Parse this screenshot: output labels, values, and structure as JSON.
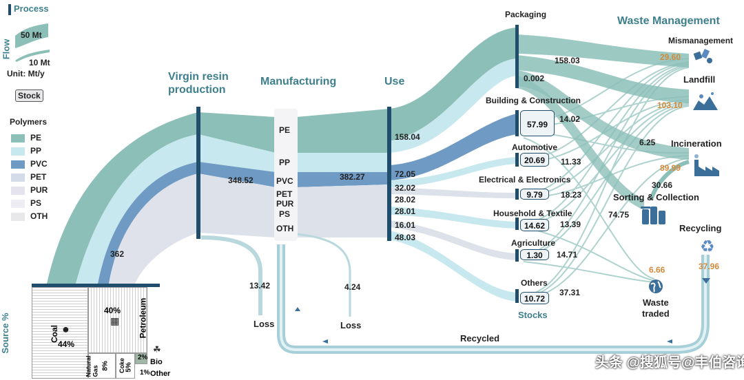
{
  "legend": {
    "process": "Process",
    "flow_axis": "Flow",
    "big_flow": "50 Mt",
    "small_flow": "10 Mt",
    "unit": "Unit: Mt/y",
    "stock": "Stock",
    "polymers_title": "Polymers",
    "polymers": [
      {
        "name": "PE",
        "color": "#8cbfb8"
      },
      {
        "name": "PP",
        "color": "#c6e8ee"
      },
      {
        "name": "PVC",
        "color": "#6f9ac4"
      },
      {
        "name": "PET",
        "color": "#d3dce8"
      },
      {
        "name": "PUR",
        "color": "#e5e4ee"
      },
      {
        "name": "PS",
        "color": "#eeedf3"
      },
      {
        "name": "OTH",
        "color": "#e8e8ea"
      }
    ]
  },
  "stages": {
    "virgin": "Virgin resin\nproduction",
    "manufacturing": "Manufacturing",
    "use": "Use",
    "waste": "Waste Management"
  },
  "flow_values": {
    "feedstock_in": "362",
    "virgin_out": "348.52",
    "manufacturing_out": "382.27",
    "loss_virgin": "13.42",
    "loss_manufacturing": "4.24",
    "loss_label": "Loss",
    "recycled_label": "Recycled"
  },
  "manufacturing_polymers": [
    "PE",
    "PP",
    "PVC",
    "PET",
    "PUR",
    "PS",
    "OTH"
  ],
  "use_values": [
    "158.04",
    "72.05",
    "32.02",
    "28.02",
    "28.01",
    "16.01",
    "48.03"
  ],
  "sectors": [
    {
      "name": "Packaging",
      "stock": "0.002",
      "out": "158.03"
    },
    {
      "name": "Building & Construction",
      "stock": "57.99",
      "out": "14.02"
    },
    {
      "name": "Automotive",
      "stock": "20.69",
      "out": "11.33"
    },
    {
      "name": "Electrical & Electronics",
      "stock": "9.79",
      "out": "18.23"
    },
    {
      "name": "Household & Textile",
      "stock": "14.62",
      "out": "13.39"
    },
    {
      "name": "Agriculture",
      "stock": "1.30",
      "out": "14.71"
    },
    {
      "name": "Others",
      "stock": "10.72",
      "out": "37.31"
    }
  ],
  "stocks_label": "Stocks",
  "waste": {
    "mismanagement": {
      "label": "Mismanagement",
      "value": "29.60"
    },
    "landfill": {
      "label": "Landfill",
      "value": "103.10"
    },
    "incineration": {
      "label": "Incineration",
      "value": "89.99",
      "extra": "6.25"
    },
    "sorting": {
      "label": "Sorting & Collection",
      "in": "74.75",
      "to_incineration": "30.66"
    },
    "recycling": {
      "label": "Recycling",
      "value": "37.96"
    },
    "traded": {
      "label": "Waste\ntraded",
      "value": "6.66"
    }
  },
  "feedstock": {
    "title": "Feedstock\nSource %",
    "coal": {
      "label": "Coal",
      "pct": "44%"
    },
    "petroleum": {
      "label": "Petroleum",
      "pct": "40%"
    },
    "natural_gas": {
      "label": "Natural\nGas",
      "pct": "8%"
    },
    "coke": {
      "label": "Coke",
      "pct": "5%"
    },
    "bio": {
      "label": "Bio",
      "pct": "2%"
    },
    "other": {
      "label": "Other",
      "pct": "1%"
    }
  },
  "watermark": "头条 @搜狐号@丰伯咨询",
  "colors": {
    "process_bar": "#1f4d6b",
    "heading": "#3d7f8c",
    "orange_value": "#d4893a"
  }
}
